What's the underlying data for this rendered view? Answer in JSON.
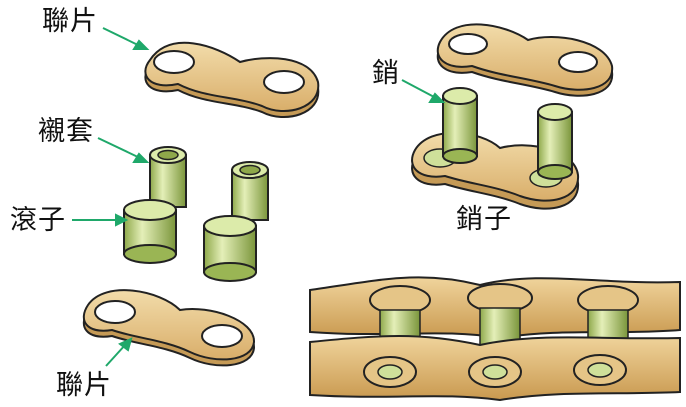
{
  "labels": {
    "link_plate_top": "聯片",
    "bushing": "襯套",
    "roller": "滾子",
    "link_plate_bottom": "聯片",
    "pin": "銷",
    "pin_link": "銷子"
  },
  "colors": {
    "plate_fill": "#e9c98e",
    "plate_edge": "#b88a4a",
    "cylinder_fill": "#cfe09a",
    "cylinder_shade": "#7f9a3e",
    "leader_line": "#1fa86a",
    "outline": "#222222"
  }
}
